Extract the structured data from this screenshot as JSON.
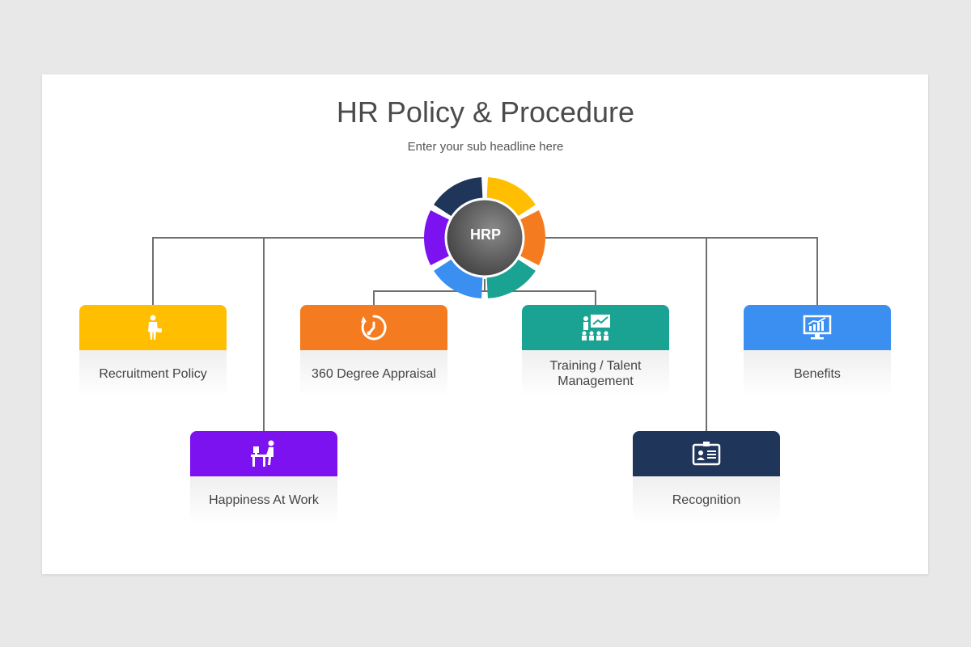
{
  "slide": {
    "title": "HR Policy & Procedure",
    "subtitle": "Enter your sub headline here"
  },
  "hub": {
    "label": "HRP",
    "ring_colors": [
      "#ffbf00",
      "#f47b20",
      "#1aa393",
      "#3a8ff0",
      "#7c12f0",
      "#1f355a"
    ]
  },
  "cards": [
    {
      "id": "recruitment",
      "label": "Recruitment Policy",
      "color": "#ffbf00",
      "icon": "businessman-icon"
    },
    {
      "id": "appraisal",
      "label": "360 Degree Appraisal",
      "color": "#f47b20",
      "icon": "cycle-clock-icon"
    },
    {
      "id": "training",
      "label": "Training / Talent Management",
      "color": "#1aa393",
      "icon": "presentation-icon"
    },
    {
      "id": "benefits",
      "label": "Benefits",
      "color": "#3a8ff0",
      "icon": "monitor-chart-icon"
    },
    {
      "id": "happiness",
      "label": "Happiness At Work",
      "color": "#7c12f0",
      "icon": "desk-worker-icon"
    },
    {
      "id": "recognition",
      "label": "Recognition",
      "color": "#1f355a",
      "icon": "id-card-icon"
    }
  ]
}
